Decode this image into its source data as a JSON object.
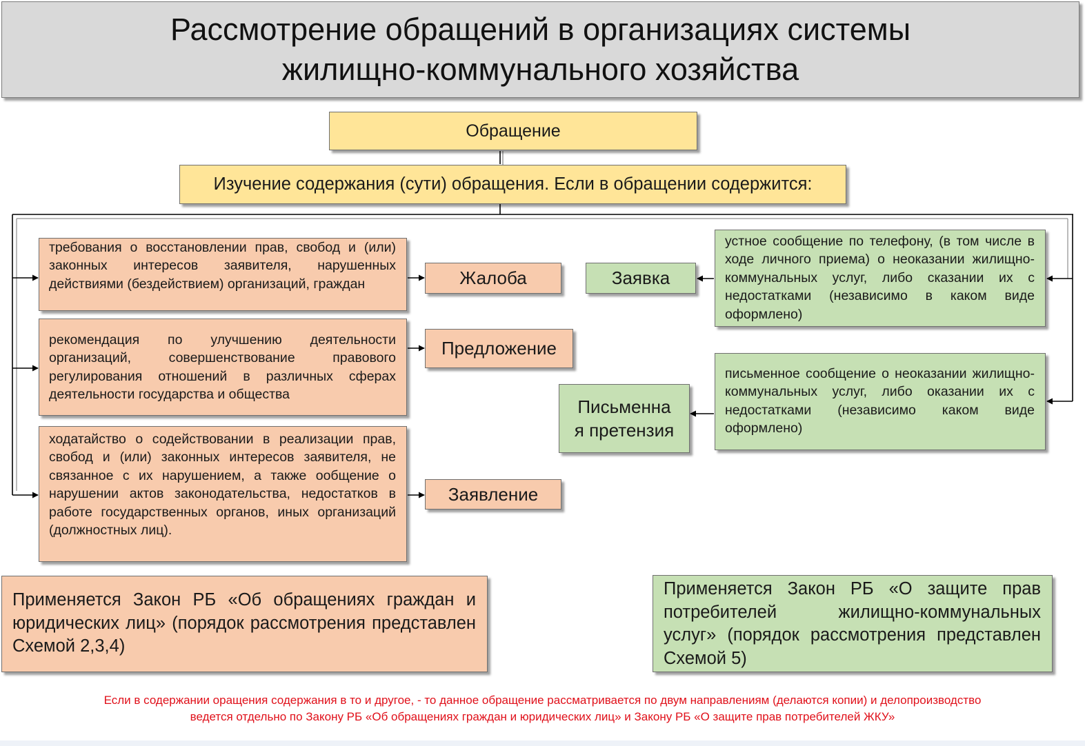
{
  "title": {
    "line1": "Рассмотрение обращений в организациях системы",
    "line2": "жилищно-коммунального хозяйства"
  },
  "root": "Обращение",
  "study": "Изучение содержания (сути) обращения. Если в обращении содержится:",
  "left": [
    {
      "description": "требования о восстановлении прав, свобод и (или) законных интересов заявителя, нарушенных действиями (бездействием) организаций, граждан",
      "type": "Жалоба"
    },
    {
      "description": "рекомендация по улучшению деятельности организаций, совершенствование правового регулирования отношений в различных сферах деятельности государства и общества",
      "type": "Предложение"
    },
    {
      "description": "ходатайство о содействовании в реализации прав, свобод и (или) законных интересов заявителя, не связанное с их нарушением, а также ообщение о нарушении актов законодательства, недостатков в работе государственных органов, иных организаций (должностных лиц).",
      "type": "Заявление"
    }
  ],
  "right": [
    {
      "description": "устное сообщение по телефону, (в том числе в ходе личного приема) о неоказании жилищно-коммунальных услуг, либо сказании их с недостатками (независимо в каком виде оформлено)",
      "type": "Заявка"
    },
    {
      "description": "письменное сообщение о неоказании жилищно-коммунальных услуг, либо оказании их с недостатками (независимо каком виде оформлено)",
      "type_line1": "Письменна",
      "type_line2": "я претензия"
    }
  ],
  "laws": {
    "left": "Применяется Закон РБ «Об обращениях граждан и юридических лиц» (порядок рассмотрения представлен Схемой 2,3,4)",
    "right": "Применяется Закон РБ «О защите прав потребителей жилищно-коммунальных услуг» (порядок рассмотрения представлен Схемой 5)"
  },
  "note": {
    "line1": "Если в содержании оращения содержания в то и другое, - то данное обращение рассматривается по двум направлениям (делаются копии) и делопроизводство",
    "line2": "ведется отдельно по Закону РБ «Об обращениях граждан и юридических лиц» и Закону РБ «О защите прав потребителей ЖКУ»"
  },
  "colors": {
    "title_bg": "#d9d9d9",
    "yellow": "#ffe598",
    "salmon": "#f8cbad",
    "green": "#c6e0b4",
    "note_text": "#e0101a"
  }
}
